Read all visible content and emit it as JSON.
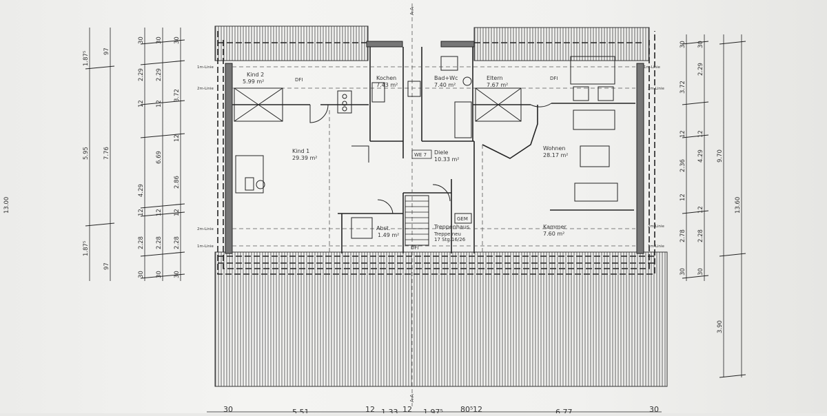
{
  "rooms": [
    {
      "id": "kind2",
      "name": "Kind 2",
      "area": "5.99 m²"
    },
    {
      "id": "kochen",
      "name": "Kochen",
      "area": "7.43 m²"
    },
    {
      "id": "badwc",
      "name": "Bad+Wc",
      "area": "7.40 m²"
    },
    {
      "id": "eltern",
      "name": "Eltern",
      "area": "7.67 m²"
    },
    {
      "id": "kind1",
      "name": "Kind 1",
      "area": "29.39 m²"
    },
    {
      "id": "diele",
      "name": "Diele",
      "area": "10.33 m²"
    },
    {
      "id": "wohnen",
      "name": "Wohnen",
      "area": "28.17 m²"
    },
    {
      "id": "abst",
      "name": "Abst.",
      "area": "1.49 m²"
    },
    {
      "id": "kammer",
      "name": "Kammer",
      "area": "7.60 m²"
    }
  ],
  "stair": {
    "name": "Treppenhaus",
    "note1": "Treppe neu",
    "note2": "17 Stg.16/26",
    "dfi": "DFI",
    "gem": "GEM"
  },
  "labels": {
    "dfi_a": "DFI",
    "dfi_b": "DFI",
    "we": "WE 7",
    "section": "A-A",
    "linie_1m": "1m-Linie",
    "linie_2m": "2m-Linie"
  },
  "dims_left_a": [
    "1.87⁵",
    "5.95",
    "1.87⁵"
  ],
  "dims_left_b": [
    "97",
    "7.76",
    "97"
  ],
  "dims_left_c": [
    "30",
    "2.29",
    "12",
    "4.29",
    "12",
    "2.28",
    "30"
  ],
  "dims_left_d": [
    "30",
    "2.29",
    "12",
    "6.69",
    "12",
    "2.28",
    "30"
  ],
  "dims_left_e": [
    "30",
    "3.72",
    "12",
    "2.86",
    "12",
    "2.28",
    "30"
  ],
  "dims_left_edge": "13.00",
  "dims_right_a": [
    "30",
    "3.72",
    "12",
    "2.36",
    "12",
    "2.78",
    "30"
  ],
  "dims_right_b": [
    "30",
    "2.29",
    "12",
    "4.29",
    "12",
    "2.28",
    "30"
  ],
  "dims_right_c": [
    "9.70",
    "3.90"
  ],
  "dims_right_d": "13.60",
  "dims_bottom": [
    "30",
    "5.51",
    "12",
    "1.33",
    "12",
    "1.97⁵",
    "80⁵",
    "12",
    "6.77",
    "30"
  ]
}
